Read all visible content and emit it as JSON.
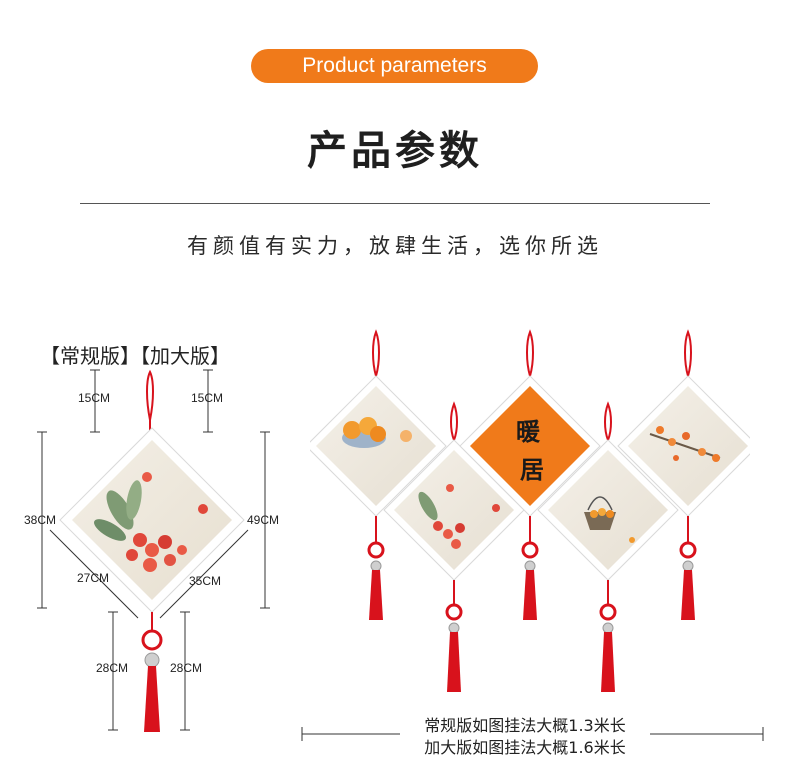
{
  "header": {
    "badge": "Product parameters",
    "title": "产品参数",
    "subtitle": "有颜值有实力，放肆生活，选你所选"
  },
  "versions": {
    "regular": "【常规版】",
    "large": "【加大版】"
  },
  "dimensions": {
    "regular_hook": "15CM",
    "large_hook": "15CM",
    "regular_height": "38CM",
    "large_height": "49CM",
    "regular_side": "27CM",
    "large_side": "35CM",
    "regular_tassel": "28CM",
    "large_tassel": "28CM"
  },
  "panels": {
    "calligraphy": [
      "暖",
      "居"
    ]
  },
  "footer": {
    "regular_length": "常规版如图挂法大概1.3米长",
    "large_length": "加大版如图挂法大概1.6米长"
  },
  "colors": {
    "accent": "#f07a1a",
    "tassel": "#d8121c",
    "frame": "#ffffff"
  }
}
